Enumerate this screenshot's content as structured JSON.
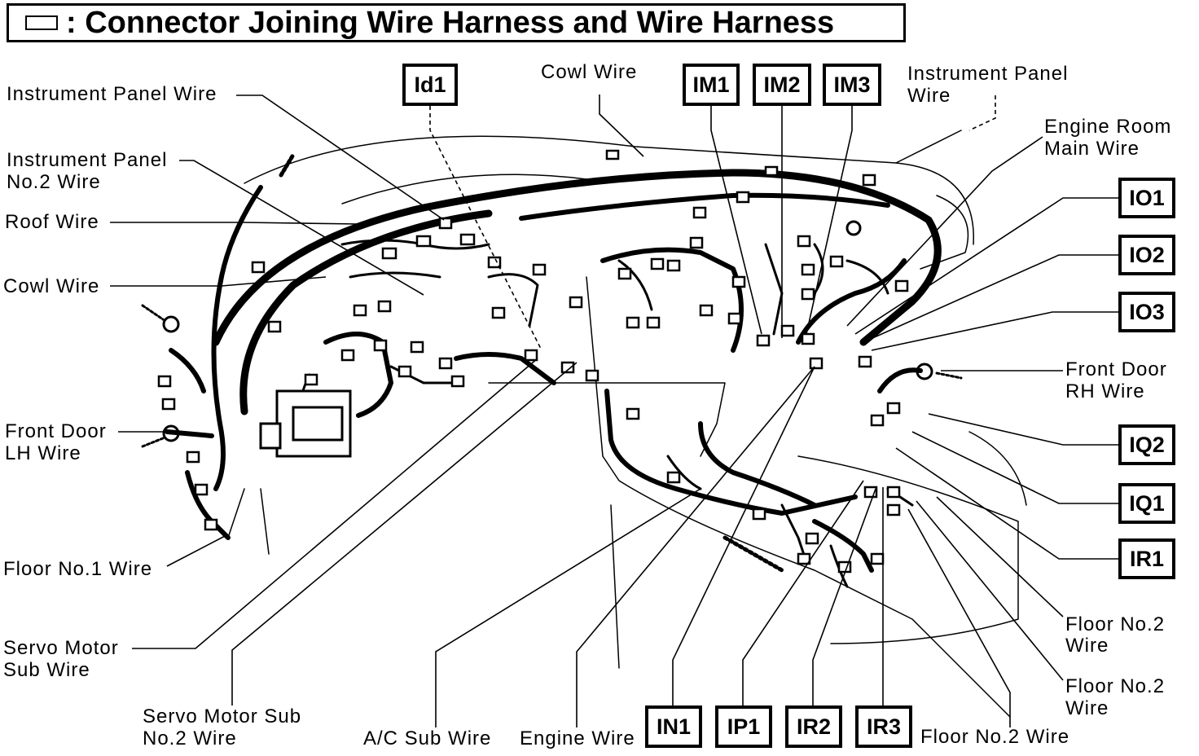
{
  "title": {
    "icon": "connector-box-icon",
    "text": ": Connector Joining Wire Harness and Wire Harness"
  },
  "labels": {
    "instrument_panel_wire_left": "Instrument Panel Wire",
    "instrument_panel_no2_line1": "Instrument Panel",
    "instrument_panel_no2_line2": "No.2 Wire",
    "roof_wire": "Roof Wire",
    "cowl_wire_left": "Cowl Wire",
    "front_door_lh_line1": "Front Door",
    "front_door_lh_line2": "LH Wire",
    "floor_no1_wire": "Floor No.1 Wire",
    "servo_motor_line1": "Servo Motor",
    "servo_motor_line2": "Sub Wire",
    "servo_motor_no2_line1": "Servo Motor Sub",
    "servo_motor_no2_line2": "No.2 Wire",
    "ac_sub_wire": "A/C Sub Wire",
    "engine_wire": "Engine Wire",
    "cowl_wire_top": "Cowl Wire",
    "instrument_panel_right_line1": "Instrument Panel",
    "instrument_panel_right_line2": "Wire",
    "engine_room_line1": "Engine Room",
    "engine_room_line2": "Main Wire",
    "front_door_rh_line1": "Front Door",
    "front_door_rh_line2": "RH Wire",
    "floor_no2_a_line1": "Floor No.2",
    "floor_no2_a_line2": "Wire",
    "floor_no2_b_line1": "Floor No.2",
    "floor_no2_b_line2": "Wire",
    "floor_no2_c": "Floor No.2 Wire"
  },
  "codes": {
    "id1": "Id1",
    "im1": "IM1",
    "im2": "IM2",
    "im3": "IM3",
    "io1": "IO1",
    "io2": "IO2",
    "io3": "IO3",
    "iq2": "IQ2",
    "iq1": "IQ1",
    "ir1": "IR1",
    "in1": "IN1",
    "ip1": "IP1",
    "ir2": "IR2",
    "ir3": "IR3"
  }
}
